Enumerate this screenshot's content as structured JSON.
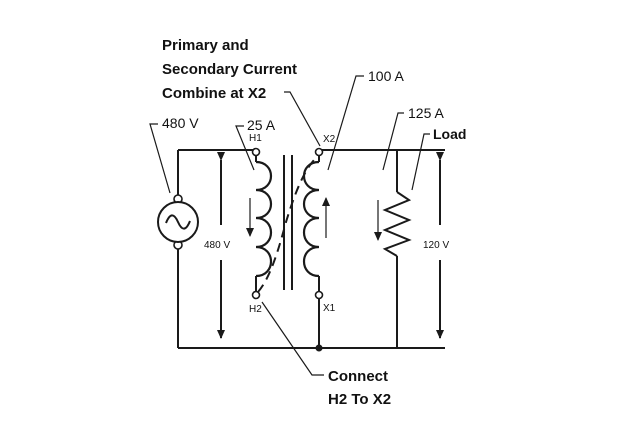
{
  "callouts": {
    "combine_line1": "Primary and",
    "combine_line2": "Secondary Current",
    "combine_line3": "Combine at X2",
    "connect_line1": "Connect",
    "connect_line2": "H2 To X2"
  },
  "currents": {
    "source_voltage": "480 V",
    "primary_current": "25 A",
    "secondary_current": "100 A",
    "load_current": "125 A",
    "load": "Load"
  },
  "terminals": {
    "h1": "H1",
    "h2": "H2",
    "x1": "X1",
    "x2": "X2"
  },
  "measurements": {
    "primary_voltage": "480 V",
    "secondary_voltage": "120 V"
  }
}
